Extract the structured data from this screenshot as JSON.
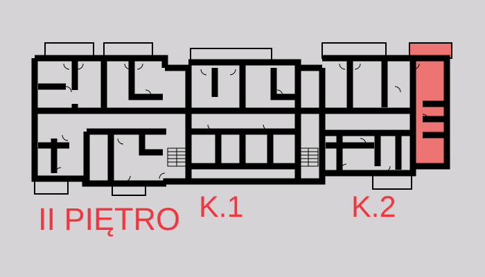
{
  "floor_label": "II PIĘTRO",
  "sections": [
    {
      "label": "K.1"
    },
    {
      "label": "K.2"
    }
  ],
  "colors": {
    "background": "#d5d3d5",
    "walls": "#000000",
    "label": "#f2363d",
    "highlight": "#ee7474"
  }
}
